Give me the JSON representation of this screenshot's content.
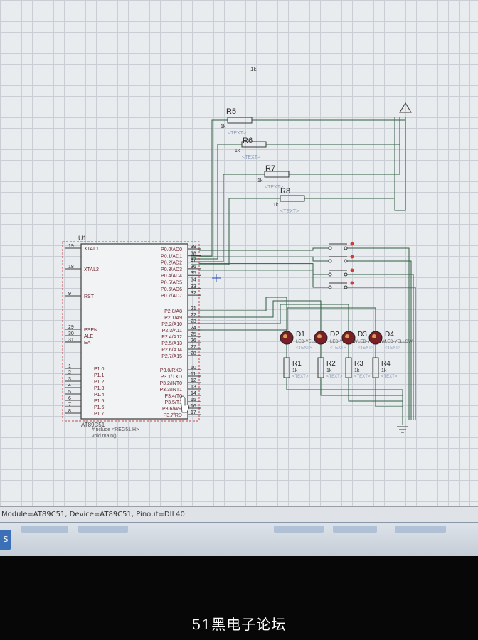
{
  "colors": {
    "wire": "#2f5d3f",
    "part_outline": "#3a3a3a",
    "chip_border": "#c0494f",
    "pin_label": "#6b2630",
    "text_dim": "#8a9bb8",
    "led_body": "#7a1f27"
  },
  "canvas": {
    "floating_label": "1k",
    "ground_symbol": "ground-icon"
  },
  "resistors_top": [
    {
      "ref": "R5",
      "value": "1k",
      "text": "<TEXT>"
    },
    {
      "ref": "R6",
      "value": "1k",
      "text": "<TEXT>"
    },
    {
      "ref": "R7",
      "value": "1k",
      "text": "<TEXT>"
    },
    {
      "ref": "R8",
      "value": "1k",
      "text": "<TEXT>"
    }
  ],
  "chip": {
    "ref": "U1",
    "part": "AT89C51",
    "note1": "#include <REG51.H>",
    "note2": "void main()",
    "left_pins": [
      {
        "num": "19",
        "name": "XTAL1"
      },
      {
        "num": "18",
        "name": "XTAL2"
      },
      {
        "num": "9",
        "name": "RST"
      },
      {
        "num": "29",
        "name": "PSEN"
      },
      {
        "num": "30",
        "name": "ALE"
      },
      {
        "num": "31",
        "name": "EA"
      },
      {
        "num": "1",
        "name": "P1.0"
      },
      {
        "num": "2",
        "name": "P1.1"
      },
      {
        "num": "3",
        "name": "P1.2"
      },
      {
        "num": "4",
        "name": "P1.3"
      },
      {
        "num": "5",
        "name": "P1.4"
      },
      {
        "num": "6",
        "name": "P1.5"
      },
      {
        "num": "7",
        "name": "P1.6"
      },
      {
        "num": "8",
        "name": "P1.7"
      }
    ],
    "right_pins": [
      {
        "num": "39",
        "name": "P0.0/AD0"
      },
      {
        "num": "38",
        "name": "P0.1/AD1"
      },
      {
        "num": "37",
        "name": "P0.2/AD2"
      },
      {
        "num": "36",
        "name": "P0.3/AD3"
      },
      {
        "num": "35",
        "name": "P0.4/AD4"
      },
      {
        "num": "34",
        "name": "P0.5/AD5"
      },
      {
        "num": "33",
        "name": "P0.6/AD6"
      },
      {
        "num": "32",
        "name": "P0.7/AD7"
      },
      {
        "num": "21",
        "name": "P2.0/A8"
      },
      {
        "num": "22",
        "name": "P2.1/A9"
      },
      {
        "num": "23",
        "name": "P2.2/A10"
      },
      {
        "num": "24",
        "name": "P2.3/A11"
      },
      {
        "num": "25",
        "name": "P2.4/A12"
      },
      {
        "num": "26",
        "name": "P2.5/A13"
      },
      {
        "num": "27",
        "name": "P2.6/A14"
      },
      {
        "num": "28",
        "name": "P2.7/A15"
      },
      {
        "num": "10",
        "name": "P3.0/RXD"
      },
      {
        "num": "11",
        "name": "P3.1/TXD"
      },
      {
        "num": "12",
        "name": "P3.2/INT0"
      },
      {
        "num": "13",
        "name": "P3.3/INT1"
      },
      {
        "num": "14",
        "name": "P3.4/T0"
      },
      {
        "num": "15",
        "name": "P3.5/T1"
      },
      {
        "num": "16",
        "name": "P3.6/WR"
      },
      {
        "num": "17",
        "name": "P3.7/RD"
      }
    ]
  },
  "leds": [
    {
      "ref": "D1",
      "type": "LED-YELLOW",
      "text": "<TEXT>"
    },
    {
      "ref": "D2",
      "type": "LED-YELLOW",
      "text": "<TEXT>"
    },
    {
      "ref": "D3",
      "type": "LED-YELLOW",
      "text": "<TEXT>"
    },
    {
      "ref": "D4",
      "type": "LED-YELLOW",
      "text": "<TEXT>"
    }
  ],
  "resistors_bottom": [
    {
      "ref": "R1",
      "value": "1k",
      "text": "<TEXT>"
    },
    {
      "ref": "R2",
      "value": "1k",
      "text": "<TEXT>"
    },
    {
      "ref": "R3",
      "value": "1k",
      "text": "<TEXT>"
    },
    {
      "ref": "R4",
      "value": "1k",
      "text": "<TEXT>"
    }
  ],
  "status_bar": {
    "text": "Module=AT89C51, Device=AT89C51, Pinout=DIL40"
  },
  "taskbar": {
    "start_glyph": "S"
  },
  "watermark": "51黑电子论坛"
}
